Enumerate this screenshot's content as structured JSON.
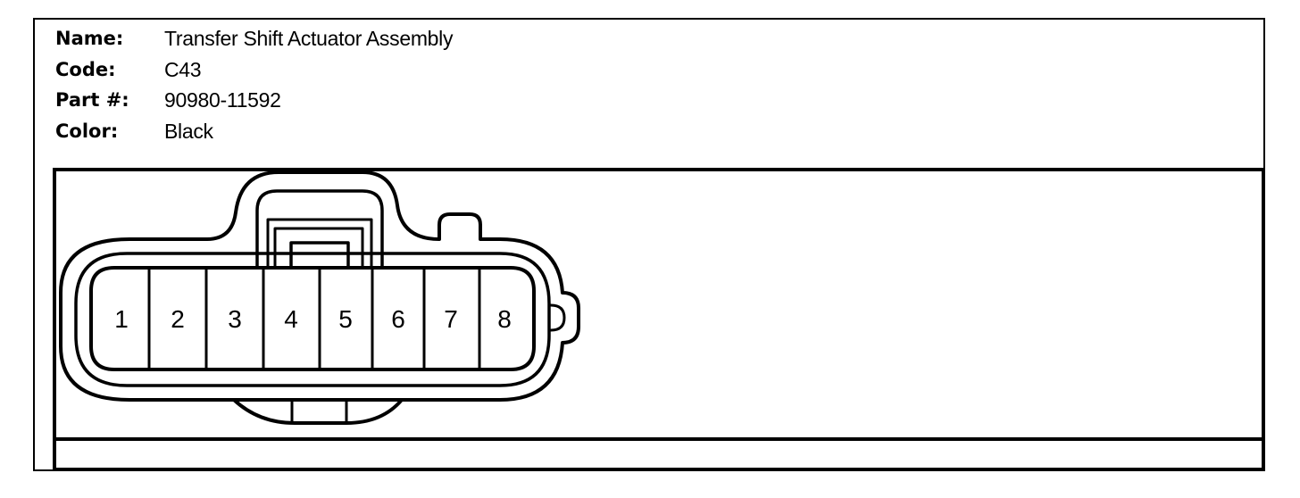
{
  "info": {
    "name_label": "Name:",
    "name_value": "Transfer Shift Actuator Assembly",
    "code_label": "Code:",
    "code_value": "C43",
    "part_label": "Part #:",
    "part_value": "90980-11592",
    "color_label": "Color:",
    "color_value": "Black"
  },
  "connector": {
    "pins": [
      "1",
      "2",
      "3",
      "4",
      "5",
      "6",
      "7",
      "8"
    ]
  }
}
